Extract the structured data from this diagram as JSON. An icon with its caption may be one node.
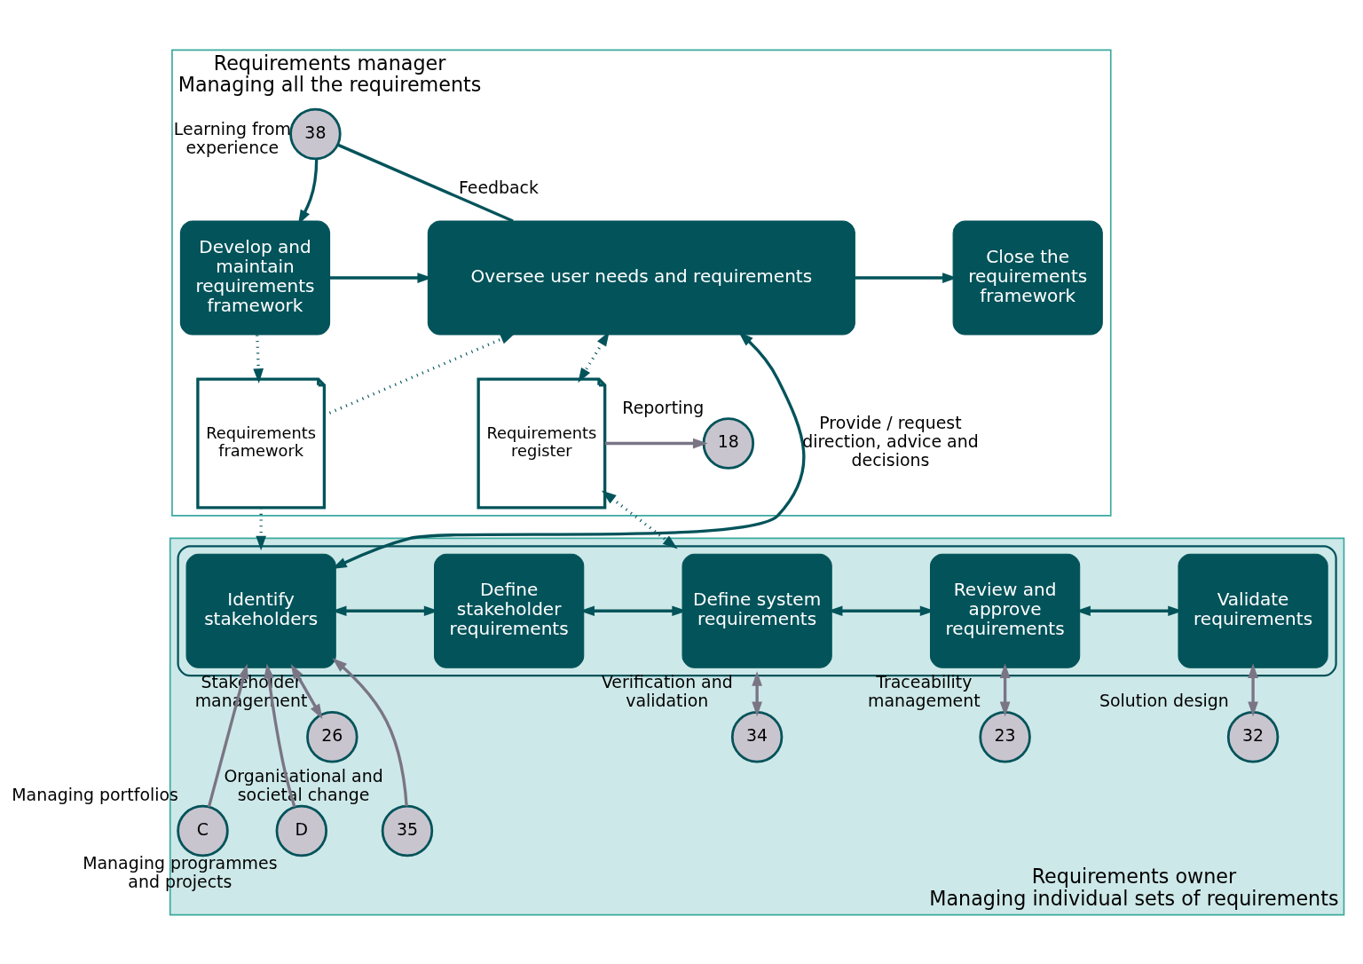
{
  "diagram": {
    "nodes": [
      {
        "text": [
          "Requirements manager",
          "Managing all the requirements"
        ]
      },
      {
        "text": [
          "Develop and maintain requirements framework"
        ],
        "in": 0
      },
      {
        "text": [
          "Oversee user needs and requirements"
        ],
        "in": 0
      },
      {
        "text": [
          "Close the requirements framework"
        ],
        "in": 0
      },
      {
        "text": [
          "Requirements framework"
        ],
        "in": 0
      },
      {
        "text": [
          "Requirements register"
        ],
        "in": 0
      },
      {
        "text": [
          "38"
        ],
        "beside": [
          "Learning from experience"
        ],
        "in": 0
      },
      {
        "text": [
          "18"
        ],
        "beside": [
          "Reporting"
        ],
        "in": 0
      },
      {
        "text": [
          "Requirements owner",
          "Managing individual sets of requirements"
        ]
      },
      {
        "text": [],
        "shape": "box",
        "in": 8
      },
      {
        "text": [
          "Identify stakeholders"
        ],
        "in": 9
      },
      {
        "text": [
          "Define stakeholder requirements"
        ],
        "in": 9
      },
      {
        "text": [
          "Define system requirements"
        ],
        "in": 9
      },
      {
        "text": [
          "Review and approve requirements"
        ],
        "in": 9
      },
      {
        "text": [
          "Validate requirements"
        ],
        "in": 9
      },
      {
        "text": [
          "32"
        ],
        "beside": [
          "Solution design"
        ],
        "in": 8
      },
      {
        "text": [
          "26"
        ],
        "beside": [
          "Stakeholder management"
        ],
        "in": 8
      },
      {
        "text": [
          "34"
        ],
        "beside": [
          "Verification and validation"
        ],
        "in": 8
      },
      {
        "text": [
          "23"
        ],
        "beside": [
          "Traceability management"
        ],
        "in": 8
      },
      {
        "text": [
          "35"
        ],
        "beside": [
          "Organisational and societal change"
        ],
        "in": 8
      },
      {
        "text": [
          "C"
        ],
        "beside": [
          "Managing portfolios"
        ],
        "in": 8
      },
      {
        "text": [
          "D"
        ],
        "beside": [
          "Managing programmes and projects"
        ],
        "in": 8
      }
    ],
    "edges": [
      {
        "from": 2,
        "to": 6,
        "arrow": "none",
        "label": "Feedback"
      },
      {
        "from": 6,
        "to": 1,
        "arrow": "to"
      },
      {
        "from": 1,
        "to": 2,
        "arrow": "to"
      },
      {
        "from": 2,
        "to": 3,
        "arrow": "to"
      },
      {
        "from": 1,
        "to": 4,
        "arrow": "to",
        "style": "dashed"
      },
      {
        "from": 4,
        "to": 2,
        "arrow": "to",
        "style": "dashed"
      },
      {
        "from": 4,
        "to": 9,
        "arrow": "to",
        "style": "dashed"
      },
      {
        "from": 2,
        "to": 10,
        "arrow": "both",
        "label": "Provide / request direction, advice and decisions"
      },
      {
        "from": 2,
        "to": 5,
        "arrow": "both",
        "style": "dashed"
      },
      {
        "from": 5,
        "to": 9,
        "arrow": "both",
        "style": "dashed"
      },
      {
        "from": 5,
        "to": 7,
        "arrow": "to",
        "color": "#7a7585"
      },
      {
        "from": 10,
        "to": 11,
        "arrow": "both"
      },
      {
        "from": 11,
        "to": 12,
        "arrow": "both"
      },
      {
        "from": 12,
        "to": 13,
        "arrow": "both"
      },
      {
        "from": 13,
        "to": 14,
        "arrow": "both"
      },
      {
        "from": 14,
        "to": 15,
        "arrow": "both",
        "color": "#7a7585"
      },
      {
        "from": 10,
        "to": 16,
        "arrow": "both",
        "color": "#7a7585"
      },
      {
        "from": 9,
        "to": 17,
        "arrow": "both",
        "color": "#7a7585"
      },
      {
        "from": 13,
        "to": 18,
        "arrow": "both",
        "color": "#7a7585"
      },
      {
        "from": 19,
        "to": 10,
        "arrow": "to",
        "color": "#7a7585"
      },
      {
        "from": 20,
        "to": 10,
        "arrow": "to",
        "color": "#7a7585"
      },
      {
        "from": 21,
        "to": 10,
        "arrow": "to",
        "color": "#7a7585"
      }
    ]
  }
}
